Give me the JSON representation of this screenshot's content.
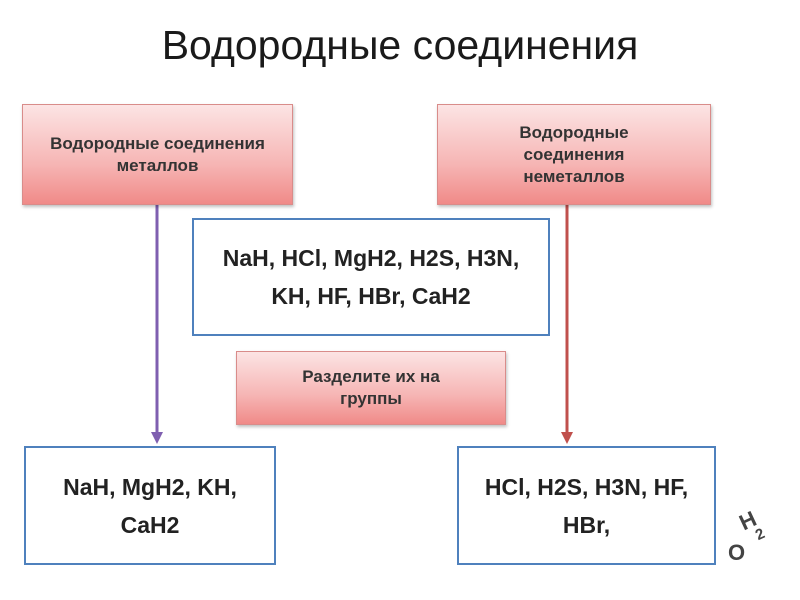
{
  "title": "Водородные соединения",
  "metals_header": "Водородные соединения металлов",
  "nonmetals_header": "Водородные соединения неметаллов",
  "compounds_list": "NaH, HCl, MgH2, H2S, H3N, KH, HF, HBr, CaH2",
  "task": "Разделите их на группы",
  "metals_result": "NaH, MgH2, KH, CaH2",
  "nonmetals_result": "HCl, H2S, H3N, HF, HBr,",
  "floating_formula": {
    "h": "H",
    "sub": "2",
    "o": "O"
  },
  "colors": {
    "metal_arrow": "#7f5fb0",
    "nonmetal_arrow": "#c0504d",
    "box_border": "#4f81bd"
  }
}
